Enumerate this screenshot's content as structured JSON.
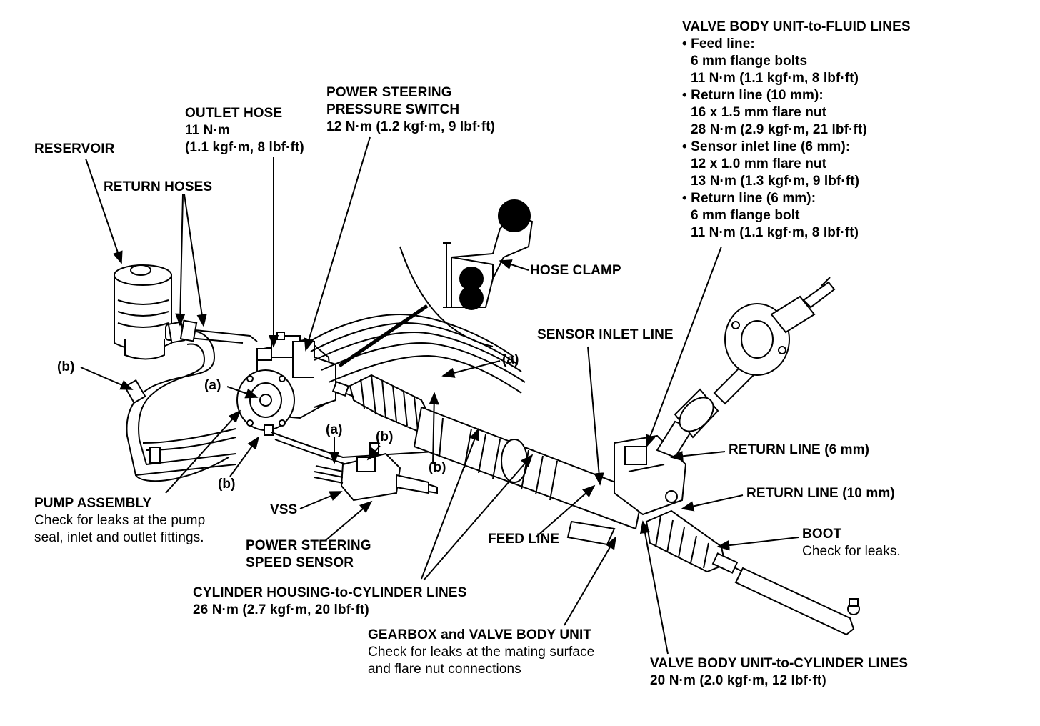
{
  "labels": {
    "valve_body_fluid_lines": {
      "title": "VALVE BODY UNIT-to-FLUID LINES",
      "lines": [
        "• Feed line:",
        "  6 mm flange bolts",
        "  11 N·m (1.1 kgf·m, 8 lbf·ft)",
        "• Return line (10 mm):",
        "  16 x 1.5 mm flare nut",
        "  28 N·m (2.9 kgf·m, 21 lbf·ft)",
        "• Sensor inlet line (6 mm):",
        "  12 x 1.0 mm flare nut",
        "  13 N·m (1.3 kgf·m, 9 lbf·ft)",
        "• Return line (6 mm):",
        "  6 mm flange bolt",
        "  11 N·m (1.1 kgf·m, 8 lbf·ft)"
      ]
    },
    "ps_pressure_switch": [
      "POWER STEERING",
      "PRESSURE SWITCH",
      "12 N·m (1.2 kgf·m, 9 lbf·ft)"
    ],
    "outlet_hose": [
      "OUTLET HOSE",
      "11 N·m",
      "(1.1 kgf·m, 8 lbf·ft)"
    ],
    "reservoir": "RESERVOIR",
    "return_hoses": "RETURN HOSES",
    "hose_clamp": "HOSE CLAMP",
    "sensor_inlet_line": "SENSOR INLET LINE",
    "return_line_6": "RETURN LINE (6 mm)",
    "return_line_10": "RETURN LINE (10 mm)",
    "boot": {
      "title": "BOOT",
      "note": "Check for leaks."
    },
    "feed_line": "FEED LINE",
    "pump_assembly": {
      "title": "PUMP ASSEMBLY",
      "note": [
        "Check for leaks at the pump",
        "seal, inlet and outlet fittings."
      ]
    },
    "vss": "VSS",
    "ps_speed_sensor": [
      "POWER STEERING",
      "SPEED SENSOR"
    ],
    "cylinder_lines": [
      "CYLINDER HOUSING-to-CYLINDER LINES",
      "26 N·m (2.7 kgf·m, 20 lbf·ft)"
    ],
    "gearbox": {
      "title": "GEARBOX and VALVE BODY UNIT",
      "note": [
        "Check for leaks at the mating surface",
        "and flare nut connections"
      ]
    },
    "valve_body_cylinder_lines": [
      "VALVE BODY UNIT-to-CYLINDER LINES",
      "20 N·m (2.0 kgf·m, 12 lbf·ft)"
    ],
    "callout_a": "(a)",
    "callout_b": "(b)"
  }
}
